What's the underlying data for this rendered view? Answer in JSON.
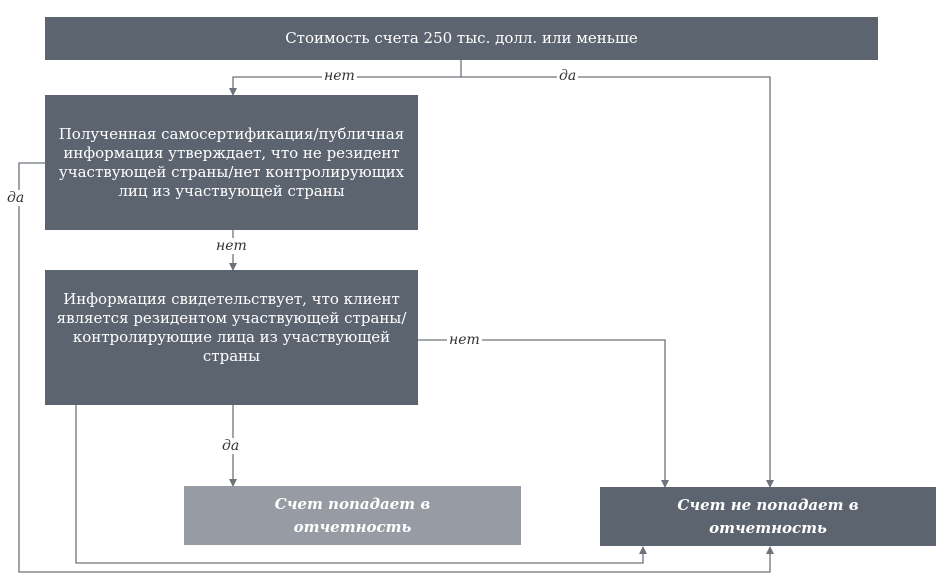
{
  "nodes": {
    "top": "Стоимость счета 250 тыс. долл. или меньше",
    "q1": "Полученная самосертификация/публичная информация  утверждает, что не резидент участвующей страны/нет контролирующих лиц из участвующей страны",
    "q2": "Информация  свидетельствует, что клиент является резидентом участвующей страны/контролирующие лица из участвующей страны",
    "reported": "Счет  попадает в отчетность",
    "not_reported": "Счет  не попадает в отчетность"
  },
  "edge_labels": {
    "top_no": "нет",
    "top_yes": "да",
    "q1_yes": "да",
    "q1_no": "нет",
    "q2_no": "нет",
    "q2_yes": "да"
  },
  "colors": {
    "dark_box": "#5c6470",
    "light_box": "#979ba3",
    "line": "#6e737b"
  }
}
